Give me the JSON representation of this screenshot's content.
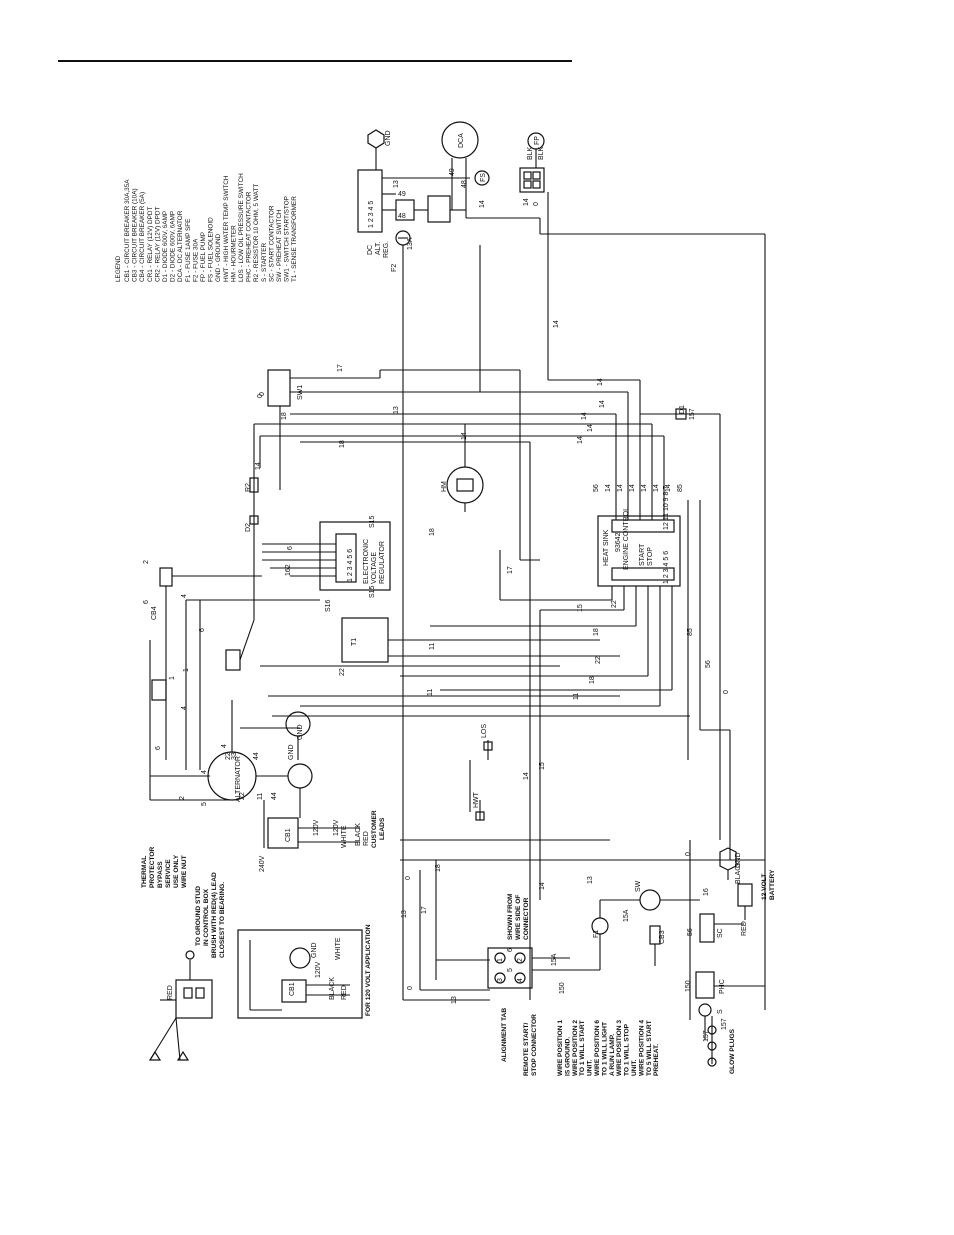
{
  "legend": {
    "title": "LEGEND",
    "entries": [
      "CB1 - CIRCUIT BREAKER 30A,35A",
      "CB3 - CIRCUIT BREAKER (10A)",
      "CB4 - CIRCUIT BREAKER (5A)",
      "CR1 - RELAY (12V) DPDT",
      "CR2 - RELAY (12V) DPDT",
      "D1 - DIODE 600V, 6AMP",
      "D2 - DIODE 600V, 6AMP",
      "DCA - DC ALTERNATOR",
      "F1 - FUSE 1AMP SFE",
      "F2 - FUSE 30A",
      "FP - FUEL PUMP",
      "FS - FUEL SOLENOID",
      "GND - GROUND",
      "HWT - HIGH WATER TEMP SWITCH",
      "HM - HOURMETER",
      "LOS - LOW OIL PRESSURE SWITCH",
      "PHC - PREHEAT CONTACTOR",
      "R2 - RESISTOR 10 OHM, 5 WATT",
      "S - STARTER",
      "SC - START CONTACTOR",
      "SW - PREHEAT SWITCH",
      "SW1 - SWITCH START/STOP",
      "T1 - SENSE TRANSFORMER"
    ]
  },
  "components": {
    "gnd": "GND",
    "dca": "DCA",
    "fp": "FP",
    "fs": "FS",
    "blk1": "BLK",
    "blk2": "BLK",
    "dc_alt_reg": [
      "DC",
      "ALT.",
      "REG."
    ],
    "f2": "F2",
    "f2_rating": "13A",
    "sw1": "SW1",
    "d1": "D1",
    "d2": "D2",
    "r2": "R2",
    "hm": "HM",
    "cb4": "CB4",
    "evr": [
      "ELECTRONIC",
      "VOLTAGE",
      "REGULATOR"
    ],
    "evr_pins": "1 2 3 4 5 6",
    "t1": "T1",
    "s15": "S15",
    "s16": "S16",
    "engine_control": [
      "ENGINE CONTROL",
      "93642"
    ],
    "heat_sink": "HEAT SINK",
    "stop": "STOP",
    "start": "START",
    "los": "LOS",
    "hwt": "HWT",
    "alternator": "ALTERNATOR",
    "cb1": "CB1",
    "thermal": [
      "THERMAL",
      "PROTECTOR",
      "BYPASS",
      "SERVICE",
      "USE ONLY",
      "WIRE NUT"
    ],
    "customer_leads": [
      "CUSTOMER",
      "LEADS"
    ],
    "white": "WHITE",
    "black": "BLACK",
    "red": "RED",
    "v120": "120V",
    "v240": "240V",
    "brush_note": [
      "BRUSH WITH RED(4) LEAD",
      "CLOSEST TO BEARING."
    ],
    "ground_stud": [
      "TO GROUND STUD",
      "IN CONTROL BOX"
    ],
    "for_120": "FOR 120 VOLT APPLICATION",
    "shown_from": [
      "SHOWN FROM",
      "WIRE SIDE OF",
      "CONNECTOR"
    ],
    "alignment_tab": "ALIGNMENT TAB",
    "remote_start": [
      "REMOTE START/",
      "STOP CONNECTOR"
    ],
    "wire_positions": [
      "WIRE POSITION 1",
      "IS GROUND.",
      "WIRE POSITION 2",
      "TO 1 WILL START",
      "UNIT.",
      "WIRE POSITION 6",
      "TO 1 WILL LIGHT",
      "A RUN LAMP.",
      "WIRE POSITION 3",
      "TO 1 WILL STOP",
      "UNIT.",
      "WIRE POSITION 4",
      "TO 5 WILL START",
      "PREHEAT."
    ],
    "glow_plugs": "GLOW PLUGS",
    "battery": [
      "12 VOLT",
      "BATTERY"
    ],
    "sw": "SW",
    "sc": "SC",
    "s": "S",
    "phc": "PHC",
    "cb3": "CB3",
    "f1": "F1"
  },
  "wire_labels": {
    "top": [
      "14",
      "0",
      "49",
      "48",
      "13",
      "14"
    ],
    "mid": [
      "17",
      "13",
      "18",
      "14",
      "14",
      "14",
      "14",
      "157",
      "0",
      "18",
      "14",
      "14",
      "18",
      "14",
      "14"
    ],
    "ec_pins": [
      "56",
      "14",
      "14",
      "14",
      "14",
      "14",
      "14",
      "85"
    ],
    "ec_numbers_top": "12 11 10 9 8 7",
    "ec_numbers_bottom": "1 2 3 4 5 6",
    "mid2": [
      "17",
      "15",
      "18",
      "11",
      "22",
      "22",
      "11",
      "11",
      "18",
      "22",
      "85",
      "56",
      "0"
    ],
    "left": [
      "6",
      "4",
      "4",
      "6",
      "2",
      "162",
      "6",
      "1",
      "4",
      "6",
      "22",
      "33",
      "44",
      "11",
      "22",
      "4",
      "5",
      "2",
      "0",
      "1",
      "44"
    ],
    "lower": [
      "13",
      "0",
      "17",
      "18",
      "0",
      "14",
      "15",
      "14",
      "13",
      "15A",
      "150",
      "13",
      "15A",
      "0",
      "56",
      "16",
      "150",
      "157",
      "157"
    ],
    "connector_pins": [
      "1",
      "2",
      "3",
      "4",
      "5",
      "6"
    ]
  }
}
